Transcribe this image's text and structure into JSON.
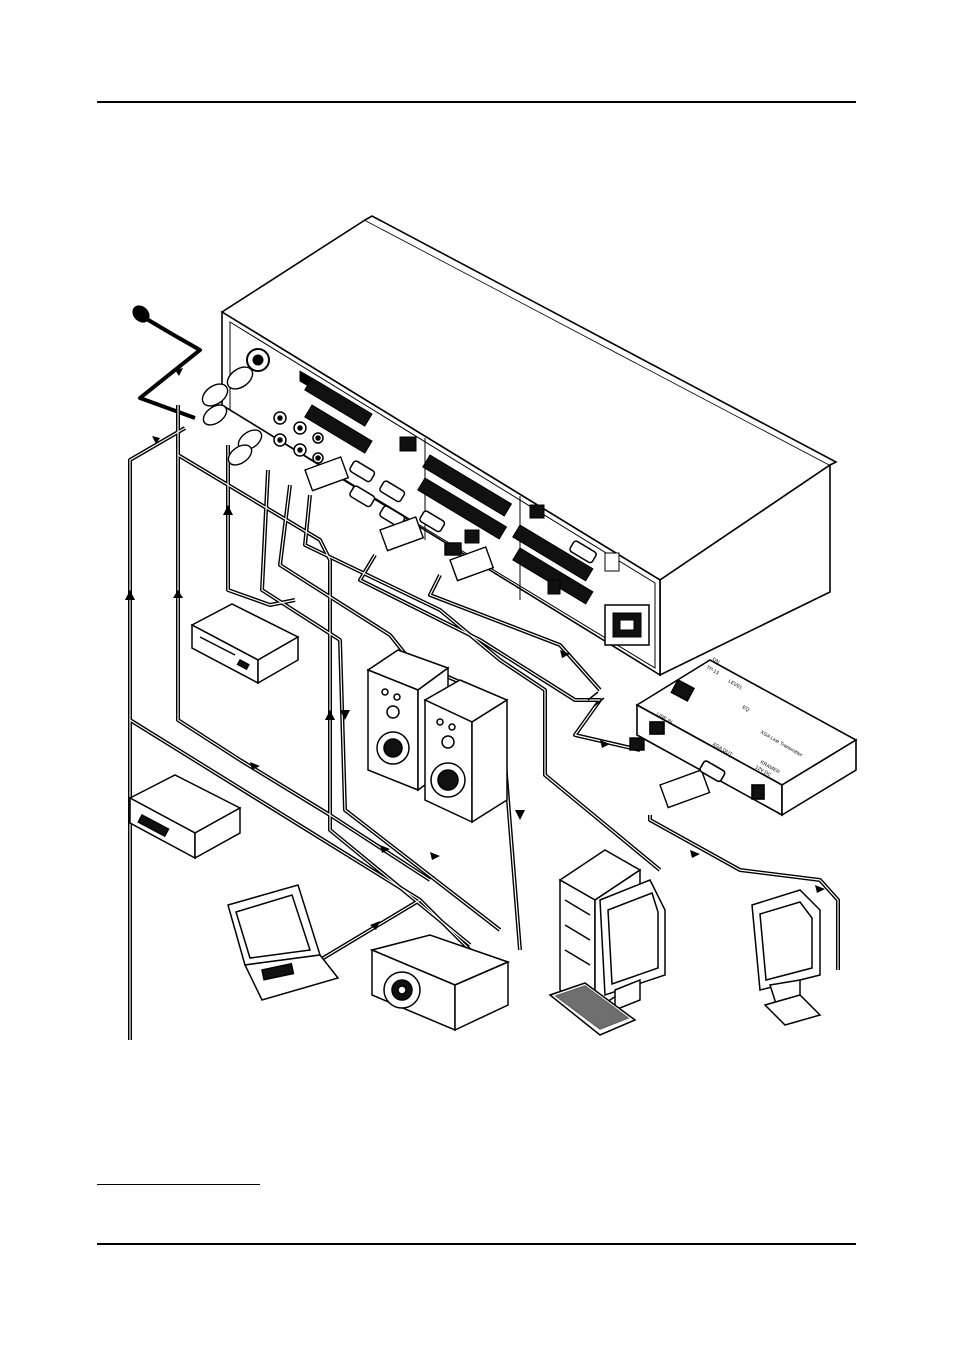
{
  "figure": {
    "device_labels": {
      "extender_brand": "KRAMER",
      "extender_model": "TP-13",
      "extender_desc": "XGA Line Transmitter",
      "extender_line_in": "LINE IN",
      "extender_xga_out": "XGA OUT",
      "extender_power": "12V DC",
      "extender_level": "LEVEL",
      "extender_eq": "EQ",
      "extender_on": "ON"
    }
  }
}
